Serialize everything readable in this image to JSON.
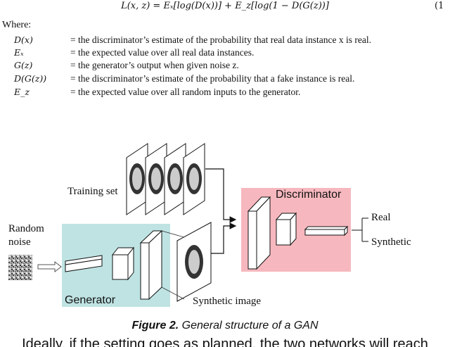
{
  "equation": {
    "main": "L(x, z) = Eₓ[log(D(x))] + E_z[log(1 − D(G(z))]",
    "number": "(1"
  },
  "where_label": "Where:",
  "definitions": [
    {
      "symbol": "D(x)",
      "text": "= the discriminator’s estimate of the probability that real data instance x is real."
    },
    {
      "symbol": "Eₓ",
      "text": "= the expected value over all real data instances."
    },
    {
      "symbol": "G(z)",
      "text": "= the generator’s output when given noise z."
    },
    {
      "symbol": "D(G(z))",
      "text": "= the discriminator’s estimate of the probability that a fake instance is real."
    },
    {
      "symbol": "E_z",
      "text": "= the expected value over all random inputs to the generator."
    }
  ],
  "diagram": {
    "training_set": "Training set",
    "random_noise_line1": "Random",
    "random_noise_line2": "noise",
    "generator": "Generator",
    "discriminator": "Discriminator",
    "synthetic_image": "Synthetic image",
    "out_real": "Real",
    "out_synthetic": "Synthetic",
    "generator_color": "#bfe3e3",
    "discriminator_color": "#f6b8be"
  },
  "caption": {
    "label": "Figure 2.",
    "text": " General structure of a GAN"
  },
  "bottom_text": "Ideally, if the setting goes as planned, the two networks will reach"
}
